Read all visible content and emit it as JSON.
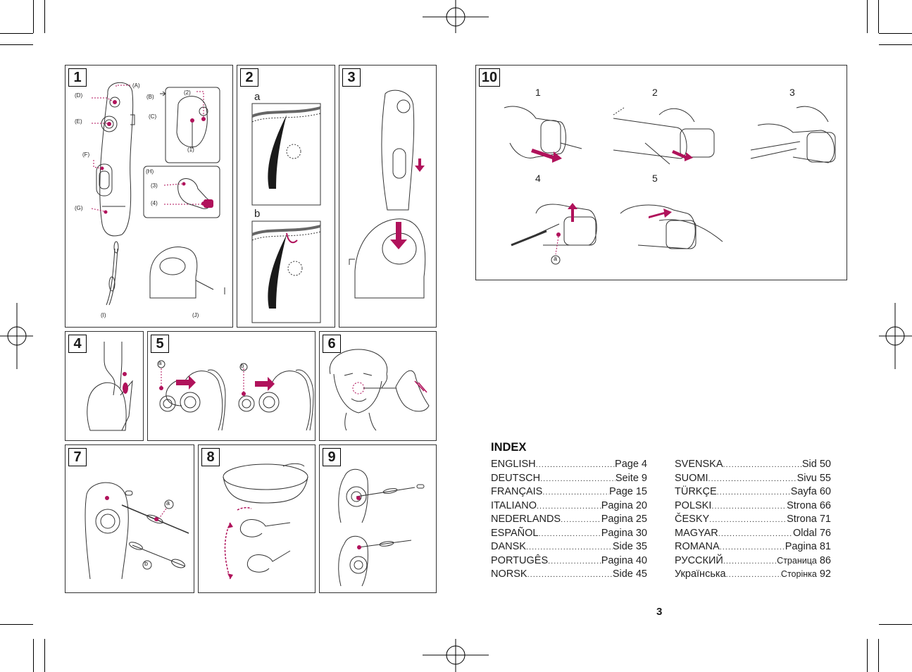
{
  "figures": {
    "fig1": {
      "number": "1",
      "labels": {
        "a": "(A)",
        "b": "(B)",
        "c": "(C)",
        "d": "(D)",
        "e": "(E)",
        "f": "(F)",
        "g": "(G)",
        "h": "(H)",
        "i": "(I)",
        "j": "(J)",
        "n1": "(1)",
        "n2": "(2)",
        "n3": "(3)",
        "n4": "(4)"
      }
    },
    "fig2": {
      "number": "2",
      "sub_a": "a",
      "sub_b": "b"
    },
    "fig3": {
      "number": "3"
    },
    "fig4": {
      "number": "4"
    },
    "fig5": {
      "number": "5",
      "mark_a": "a",
      "mark_b": "b"
    },
    "fig6": {
      "number": "6"
    },
    "fig7": {
      "number": "7",
      "mark_a": "a",
      "mark_b": "b"
    },
    "fig8": {
      "number": "8"
    },
    "fig9": {
      "number": "9"
    },
    "fig10": {
      "number": "10",
      "steps": [
        "1",
        "2",
        "3",
        "4",
        "5"
      ],
      "mark_a": "a"
    }
  },
  "index": {
    "title": "INDEX",
    "left": [
      {
        "lang": "ENGLISH ",
        "page": "Page   4"
      },
      {
        "lang": "DEUTSCH",
        "page": "Seite   9"
      },
      {
        "lang": "FRANÇAIS",
        "page": "Page 15"
      },
      {
        "lang": "ITALIANO",
        "page": "Pagina 20"
      },
      {
        "lang": "NEDERLANDS",
        "page": "Pagina 25"
      },
      {
        "lang": "ESPAÑOL ",
        "page": "Pagina 30"
      },
      {
        "lang": "DANSK",
        "page": "Side 35"
      },
      {
        "lang": "PORTUGÊS ",
        "page": "Pagina 40"
      },
      {
        "lang": "NORSK ",
        "page": "Side 45"
      }
    ],
    "right": [
      {
        "lang": "SVENSKA ",
        "page": "Sid 50"
      },
      {
        "lang": "SUOMI",
        "page": "Sivu 55"
      },
      {
        "lang": "TÜRKÇE ",
        "page": "Sayfa 60"
      },
      {
        "lang": "POLSKI",
        "page": "Strona 66"
      },
      {
        "lang": "ČESKY",
        "page": "Strona 71"
      },
      {
        "lang": "MAGYAR ",
        "page": "Oldal 76"
      },
      {
        "lang": "ROMANA ",
        "page": "Pagina 81"
      },
      {
        "lang": "РУССКИЙ",
        "page_word": "Страница",
        "page_num": " 86"
      },
      {
        "lang": "Українська ",
        "page_word": "Сторінка",
        "page_num": " 92"
      }
    ]
  },
  "page_number": "3",
  "colors": {
    "accent": "#b0125b",
    "line": "#333333",
    "bg": "#ffffff"
  }
}
